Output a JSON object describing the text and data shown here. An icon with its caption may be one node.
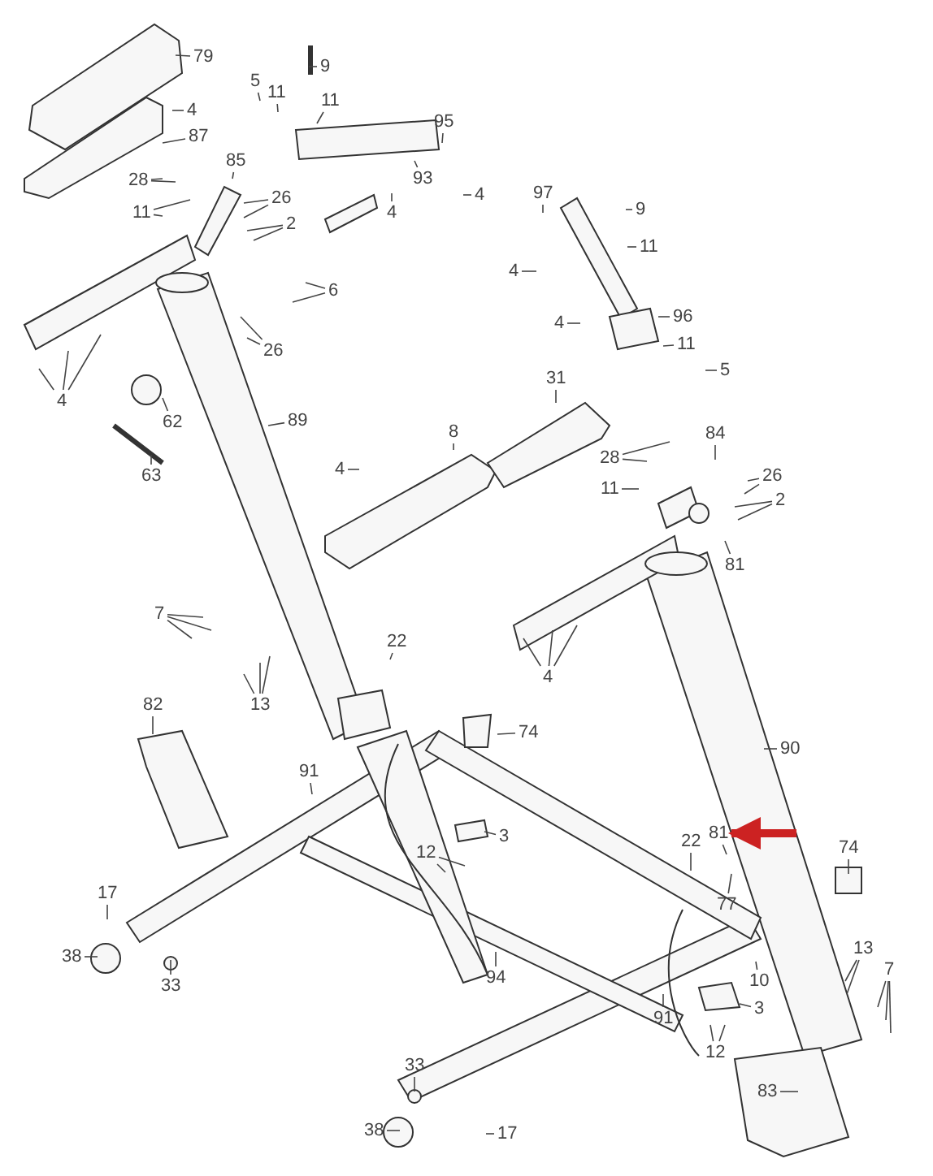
{
  "diagram": {
    "nodes": [
      {
        "text": [
          "79"
        ]
      },
      {
        "text": [
          "4"
        ]
      },
      {
        "text": [
          "87"
        ]
      },
      {
        "text": [
          "9"
        ]
      },
      {
        "text": [
          "5"
        ]
      },
      {
        "text": [
          "11"
        ]
      },
      {
        "text": [
          "11"
        ]
      },
      {
        "text": [
          "95"
        ]
      },
      {
        "text": [
          "28"
        ]
      },
      {
        "text": [
          "11"
        ]
      },
      {
        "text": [
          "85"
        ]
      },
      {
        "text": [
          "26"
        ]
      },
      {
        "text": [
          "2"
        ]
      },
      {
        "text": [
          "93"
        ]
      },
      {
        "text": [
          "4"
        ]
      },
      {
        "text": [
          "4"
        ]
      },
      {
        "text": [
          "6"
        ]
      },
      {
        "text": [
          "26"
        ]
      },
      {
        "text": [
          "4"
        ]
      },
      {
        "text": [
          "62"
        ]
      },
      {
        "text": [
          "89"
        ]
      },
      {
        "text": [
          "63"
        ]
      },
      {
        "text": [
          "8"
        ]
      },
      {
        "text": [
          "4"
        ]
      },
      {
        "text": [
          "97"
        ]
      },
      {
        "text": [
          "9"
        ]
      },
      {
        "text": [
          "11"
        ]
      },
      {
        "text": [
          "4"
        ]
      },
      {
        "text": [
          "4"
        ]
      },
      {
        "text": [
          "96"
        ]
      },
      {
        "text": [
          "11"
        ]
      },
      {
        "text": [
          "5"
        ]
      },
      {
        "text": [
          "31"
        ]
      },
      {
        "text": [
          "28"
        ]
      },
      {
        "text": [
          "84"
        ]
      },
      {
        "text": [
          "26"
        ]
      },
      {
        "text": [
          "11"
        ]
      },
      {
        "text": [
          "2"
        ]
      },
      {
        "text": [
          "81"
        ]
      },
      {
        "text": [
          "7"
        ]
      },
      {
        "text": [
          "22"
        ]
      },
      {
        "text": [
          "13"
        ]
      },
      {
        "text": [
          "4"
        ]
      },
      {
        "text": [
          "74"
        ]
      },
      {
        "text": [
          "82"
        ]
      },
      {
        "text": [
          "90"
        ]
      },
      {
        "text": [
          "91"
        ]
      },
      {
        "text": [
          "81"
        ]
      },
      {
        "text": [
          "74"
        ]
      },
      {
        "text": [
          "3"
        ]
      },
      {
        "text": [
          "12"
        ]
      },
      {
        "text": [
          "22"
        ]
      },
      {
        "text": [
          "77"
        ]
      },
      {
        "text": [
          "17"
        ]
      },
      {
        "text": [
          "38"
        ]
      },
      {
        "text": [
          "33"
        ]
      },
      {
        "text": [
          "10"
        ]
      },
      {
        "text": [
          "94"
        ]
      },
      {
        "text": [
          "13"
        ]
      },
      {
        "text": [
          "7"
        ]
      },
      {
        "text": [
          "91"
        ]
      },
      {
        "text": [
          "3"
        ]
      },
      {
        "text": [
          "12"
        ]
      },
      {
        "text": [
          "83"
        ]
      },
      {
        "text": [
          "33"
        ]
      },
      {
        "text": [
          "38"
        ]
      },
      {
        "text": [
          "17"
        ]
      }
    ],
    "edges": [
      {
        "from": 0,
        "to": null,
        "arrow": "none"
      },
      {
        "from": 1,
        "to": null,
        "arrow": "none"
      },
      {
        "from": 2,
        "to": null,
        "arrow": "none"
      },
      {
        "from": 3,
        "to": null,
        "arrow": "none"
      },
      {
        "from": 4,
        "to": null,
        "arrow": "none"
      },
      {
        "from": 5,
        "to": null,
        "arrow": "none"
      },
      {
        "from": 6,
        "to": null,
        "arrow": "none"
      },
      {
        "from": 7,
        "to": null,
        "arrow": "none"
      },
      {
        "from": 8,
        "to": null,
        "arrow": "none"
      },
      {
        "from": 8,
        "to": null,
        "arrow": "none"
      },
      {
        "from": 9,
        "to": null,
        "arrow": "none"
      },
      {
        "from": 9,
        "to": null,
        "arrow": "none"
      },
      {
        "from": 10,
        "to": null,
        "arrow": "none"
      },
      {
        "from": 11,
        "to": null,
        "arrow": "none"
      },
      {
        "from": 11,
        "to": null,
        "arrow": "none"
      },
      {
        "from": 12,
        "to": null,
        "arrow": "none"
      },
      {
        "from": 12,
        "to": null,
        "arrow": "none"
      },
      {
        "from": 13,
        "to": null,
        "arrow": "none"
      },
      {
        "from": 14,
        "to": null,
        "arrow": "none"
      },
      {
        "from": 15,
        "to": null,
        "arrow": "none"
      },
      {
        "from": 16,
        "to": null,
        "arrow": "none"
      },
      {
        "from": 16,
        "to": null,
        "arrow": "none"
      },
      {
        "from": 17,
        "to": null,
        "arrow": "none"
      },
      {
        "from": 17,
        "to": null,
        "arrow": "none"
      },
      {
        "from": 18,
        "to": null,
        "arrow": "none"
      },
      {
        "from": 18,
        "to": null,
        "arrow": "none"
      },
      {
        "from": 18,
        "to": null,
        "arrow": "none"
      },
      {
        "from": 19,
        "to": null,
        "arrow": "none"
      },
      {
        "from": 20,
        "to": null,
        "arrow": "none"
      },
      {
        "from": 21,
        "to": null,
        "arrow": "none"
      },
      {
        "from": 22,
        "to": null,
        "arrow": "none"
      },
      {
        "from": 23,
        "to": null,
        "arrow": "none"
      },
      {
        "from": 24,
        "to": null,
        "arrow": "none"
      },
      {
        "from": 25,
        "to": null,
        "arrow": "none"
      },
      {
        "from": 26,
        "to": null,
        "arrow": "none"
      },
      {
        "from": 27,
        "to": null,
        "arrow": "none"
      },
      {
        "from": 28,
        "to": null,
        "arrow": "none"
      },
      {
        "from": 29,
        "to": null,
        "arrow": "none"
      },
      {
        "from": 30,
        "to": null,
        "arrow": "none"
      },
      {
        "from": 31,
        "to": null,
        "arrow": "none"
      },
      {
        "from": 32,
        "to": null,
        "arrow": "none"
      },
      {
        "from": 33,
        "to": null,
        "arrow": "none"
      },
      {
        "from": 33,
        "to": null,
        "arrow": "none"
      },
      {
        "from": 34,
        "to": null,
        "arrow": "none"
      },
      {
        "from": 35,
        "to": null,
        "arrow": "none"
      },
      {
        "from": 35,
        "to": null,
        "arrow": "none"
      },
      {
        "from": 36,
        "to": null,
        "arrow": "none"
      },
      {
        "from": 37,
        "to": null,
        "arrow": "none"
      },
      {
        "from": 37,
        "to": null,
        "arrow": "none"
      },
      {
        "from": 38,
        "to": null,
        "arrow": "none"
      },
      {
        "from": 39,
        "to": null,
        "arrow": "none"
      },
      {
        "from": 39,
        "to": null,
        "arrow": "none"
      },
      {
        "from": 39,
        "to": null,
        "arrow": "none"
      },
      {
        "from": 40,
        "to": null,
        "arrow": "none"
      },
      {
        "from": 41,
        "to": null,
        "arrow": "none"
      },
      {
        "from": 41,
        "to": null,
        "arrow": "none"
      },
      {
        "from": 41,
        "to": null,
        "arrow": "none"
      },
      {
        "from": 42,
        "to": null,
        "arrow": "none"
      },
      {
        "from": 42,
        "to": null,
        "arrow": "none"
      },
      {
        "from": 42,
        "to": null,
        "arrow": "none"
      },
      {
        "from": 43,
        "to": null,
        "arrow": "none"
      },
      {
        "from": 44,
        "to": null,
        "arrow": "none"
      },
      {
        "from": 45,
        "to": null,
        "arrow": "none"
      },
      {
        "from": 46,
        "to": null,
        "arrow": "none"
      },
      {
        "from": 47,
        "to": null,
        "arrow": "none"
      },
      {
        "from": 48,
        "to": null,
        "arrow": "none"
      },
      {
        "from": 49,
        "to": null,
        "arrow": "none"
      },
      {
        "from": 50,
        "to": null,
        "arrow": "none"
      },
      {
        "from": 50,
        "to": null,
        "arrow": "none"
      },
      {
        "from": 51,
        "to": null,
        "arrow": "none"
      },
      {
        "from": 52,
        "to": null,
        "arrow": "none"
      },
      {
        "from": 53,
        "to": null,
        "arrow": "none"
      },
      {
        "from": 54,
        "to": null,
        "arrow": "none"
      },
      {
        "from": 55,
        "to": null,
        "arrow": "none"
      },
      {
        "from": 56,
        "to": null,
        "arrow": "none"
      },
      {
        "from": 57,
        "to": null,
        "arrow": "none"
      },
      {
        "from": 58,
        "to": null,
        "arrow": "none"
      },
      {
        "from": 58,
        "to": null,
        "arrow": "none"
      },
      {
        "from": 59,
        "to": null,
        "arrow": "none"
      },
      {
        "from": 59,
        "to": null,
        "arrow": "none"
      },
      {
        "from": 59,
        "to": null,
        "arrow": "none"
      },
      {
        "from": 60,
        "to": null,
        "arrow": "none"
      },
      {
        "from": 61,
        "to": null,
        "arrow": "none"
      },
      {
        "from": 62,
        "to": null,
        "arrow": "none"
      },
      {
        "from": 62,
        "to": null,
        "arrow": "none"
      },
      {
        "from": 63,
        "to": null,
        "arrow": "none"
      },
      {
        "from": 64,
        "to": null,
        "arrow": "none"
      },
      {
        "from": 65,
        "to": null,
        "arrow": "none"
      },
      {
        "from": 66,
        "to": null,
        "arrow": "none"
      },
      {
        "from": null,
        "to": 47,
        "arrow": "to",
        "style": "thick",
        "color": "#cc2222"
      }
    ]
  }
}
